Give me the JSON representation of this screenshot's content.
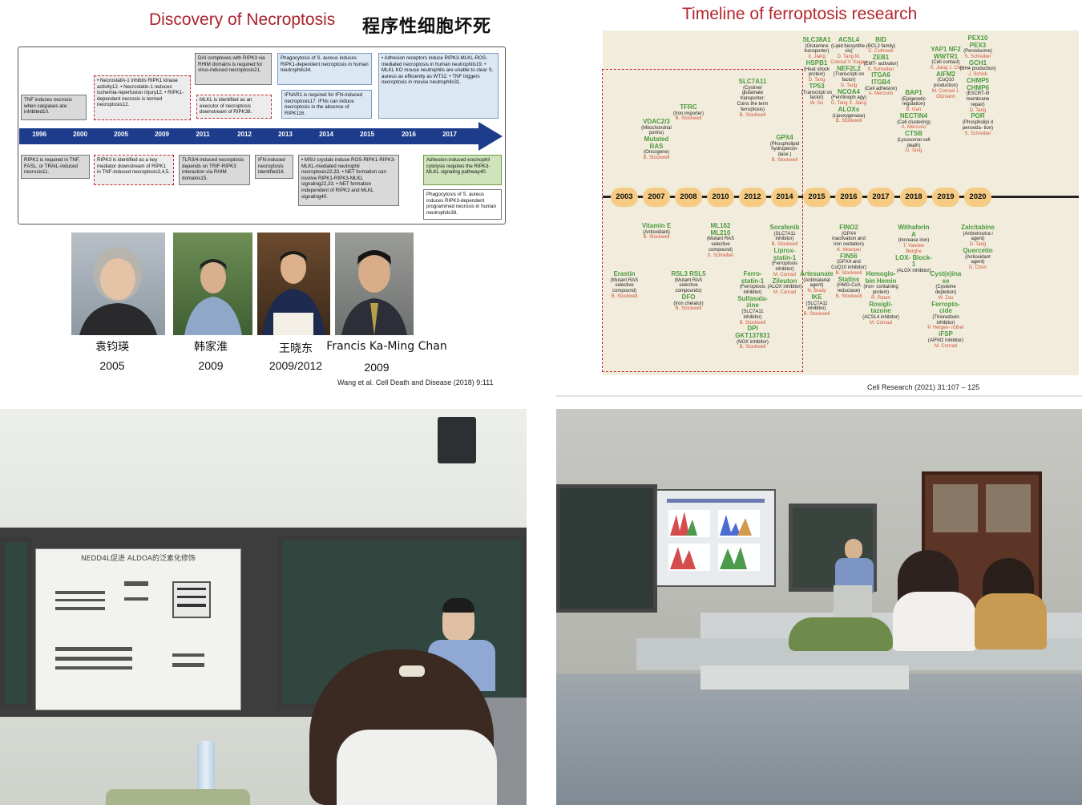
{
  "necroptosis": {
    "title": "Discovery of Necroptosis",
    "title_cn": "程序性细胞坏死",
    "years": [
      "1996",
      "2000",
      "2005",
      "2009",
      "2011",
      "2012",
      "2013",
      "2014",
      "2015",
      "2016",
      "2017"
    ],
    "top_boxes": [
      {
        "text": "TNF induces necrosis when caspases are inhibited10."
      },
      {
        "text": "• Necrostatin-1 inhibits RIPK1 kinase activity12. • Necrostatin-1 reduces ischemia-reperfusion injury12. • RIPK1-dependent necrosis is termed necroptosis12."
      },
      {
        "text": "DAI complexes with RIPK3 via RHIM domains is required for virus-induced necroptosis21."
      },
      {
        "text": "MLKL is identified as an executor of necroptosis downstream of RIPK38."
      },
      {
        "text": "Phagocytosis of S. aureus induces RIPK1-dependent necroptosis in human neutrophils34."
      },
      {
        "text": "IFNAR1 is required for IFN-induced necroptosis17. IFNs can induce necroptosis in the absence of RIPK116."
      },
      {
        "text": "• Adhesion receptors induce RIPK3-MLKL-ROS-mediated necroptosis in human neutrophils19. • MLKL KO mouse neutrophils are unable to clear S. aureus as efficiently as WT32. • TNF triggers necroptosis in mouse neutrophils31."
      }
    ],
    "bottom_boxes": [
      {
        "text": "RIPK1 is required in TNF, FASL, or TRAIL-induced necrosis11."
      },
      {
        "text": "RIPK3 is identified as a key mediator downstream of RIPK1 in TNF-induced necroptosis3,4,5."
      },
      {
        "text": "TLR3/4-induced necroptosis depends on TRIF-RIPK3 interaction via RHIM domains15."
      },
      {
        "text": "IFN-induced necroptosis identified16."
      },
      {
        "text": "• MSU crystals induce ROS-RIPK1-RIPK3-MLKL-mediated neutrophil necroptosis22,33. • NET formation can involve RIPK1-RIPK3-MLKL signaling22,33. • NET formation independent of RIPK3 and MLKL signaling40."
      },
      {
        "text": "Adhesion-induced eosinophil cytolysis requires the RIPK3-MLKL signaling pathway40."
      },
      {
        "text": "Phagocytosis of S. aureus induces RIPK3-dependent programmed necrosis in human neutrophils38."
      }
    ],
    "people": [
      {
        "name": "袁钧瑛",
        "year": "2005"
      },
      {
        "name": "韩家淮",
        "year": "2009"
      },
      {
        "name": "王晓东",
        "year": "2009/2012"
      },
      {
        "name": "Francis Ka-Ming Chan",
        "year": "2009"
      }
    ],
    "citation": "Wang et al. Cell Death and Disease (2018) 9:111"
  },
  "ferroptosis": {
    "title": "Timeline of ferroptosis research",
    "years": [
      "2003",
      "2007",
      "2008",
      "2010",
      "2012",
      "2014",
      "2015",
      "2016",
      "2017",
      "2018",
      "2019",
      "2020"
    ],
    "citation": "Cell Research (2021) 31:107 – 125",
    "top_items": [
      {
        "lines": [
          [
            "g",
            "VDAC2/3"
          ],
          [
            "b",
            "(Mitochondrial porins)"
          ],
          [
            "g",
            "Mutated RAS"
          ],
          [
            "b",
            "(Oncogene)"
          ],
          [
            "r",
            "B. Stockwell"
          ]
        ]
      },
      {
        "lines": [
          [
            "g",
            "TFRC"
          ],
          [
            "b",
            "(Iron importer)"
          ],
          [
            "r",
            "B. Stockwell"
          ]
        ]
      },
      {
        "lines": [
          [
            "g",
            "SLC7A11"
          ],
          [
            "b",
            "(Cystine/ glutamate transporter; Coins the term ferroptosis)"
          ],
          [
            "r",
            "B. Stockwell"
          ]
        ]
      },
      {
        "lines": [
          [
            "g",
            "GPX4"
          ],
          [
            "b",
            "(Phospholipid hydroperoxi- dase )"
          ],
          [
            "r",
            "B. Stockwell"
          ]
        ]
      },
      {
        "lines": [
          [
            "g",
            "SLC38A1"
          ],
          [
            "b",
            "(Glutamine transporter)"
          ],
          [
            "r",
            "X. Jiang"
          ],
          [
            "g",
            "HSPB1"
          ],
          [
            "b",
            "(Heat shock protein)"
          ],
          [
            "r",
            "D. Tang"
          ],
          [
            "g",
            "TP53"
          ],
          [
            "b",
            "(Transcripti on factor)"
          ],
          [
            "r",
            "W. Gu"
          ]
        ]
      },
      {
        "lines": [
          [
            "g",
            "ACSL4"
          ],
          [
            "b",
            "(Lipid biosynthe- sis)"
          ],
          [
            "r",
            "D. Tang M. Conrad V. Kagan"
          ],
          [
            "g",
            "NEF2L2"
          ],
          [
            "b",
            "(Transcripti on factor)"
          ],
          [
            "r",
            "D. Tang"
          ],
          [
            "g",
            "NCOA4"
          ],
          [
            "b",
            "(Ferritinoph agy)"
          ],
          [
            "r",
            "D. Tang X. Jiang"
          ],
          [
            "g",
            "ALOXs"
          ],
          [
            "b",
            "(Lipoxygenase)"
          ],
          [
            "r",
            "B. Stockwell"
          ]
        ]
      },
      {
        "lines": [
          [
            "g",
            "BID"
          ],
          [
            "b",
            "(BCL2 family)"
          ],
          [
            "r",
            "C. Culmsee"
          ],
          [
            "g",
            "ZEB1"
          ],
          [
            "b",
            "(EMT- activator)"
          ],
          [
            "r",
            "S. Schreiber"
          ],
          [
            "g",
            "ITGA6 ITGB4"
          ],
          [
            "b",
            "(Cell adhesion)"
          ],
          [
            "r",
            "A. Mercurio"
          ]
        ]
      },
      {
        "lines": [
          [
            "g",
            "BAP1"
          ],
          [
            "b",
            "(Epigenetic regulation)"
          ],
          [
            "r",
            "B. Gan"
          ],
          [
            "g",
            "NECTIN4"
          ],
          [
            "b",
            "(Cell clustering)"
          ],
          [
            "r",
            "A. Mercurio"
          ],
          [
            "g",
            "CTSB"
          ],
          [
            "b",
            "(Lysosomal cell death)"
          ],
          [
            "r",
            "D. Tang"
          ]
        ]
      },
      {
        "lines": [
          [
            "g",
            "YAP1 NF2 WWTR1"
          ],
          [
            "b",
            "(Cell contact)"
          ],
          [
            "r",
            "X. Jiang J. Chi"
          ],
          [
            "g",
            "AIFM2"
          ],
          [
            "b",
            "(CoQ10 production)"
          ],
          [
            "r",
            "M. Conrad J. Olzmann"
          ]
        ]
      },
      {
        "lines": [
          [
            "g",
            "PEX10 PEX3"
          ],
          [
            "b",
            "(Peroxisome)"
          ],
          [
            "r",
            "S. Schreiber"
          ],
          [
            "g",
            "GCH1"
          ],
          [
            "b",
            "(BH4 production)"
          ],
          [
            "r",
            "J. Schick"
          ],
          [
            "g",
            "CHMP5 CHMP6"
          ],
          [
            "b",
            "(ESCRT-III membrane repair)"
          ],
          [
            "r",
            "D. Tang"
          ],
          [
            "g",
            "POR"
          ],
          [
            "b",
            "(Phospholipi d peroxida- tion)"
          ],
          [
            "r",
            "S. Schreiber"
          ]
        ]
      }
    ],
    "bottom_items": [
      {
        "lines": [
          [
            "g",
            "Erastin"
          ],
          [
            "b",
            "(Mutant RAS selective compound)"
          ],
          [
            "r",
            "B. Stockwell"
          ]
        ]
      },
      {
        "lines": [
          [
            "g",
            "Vitamin E"
          ],
          [
            "b",
            "(Antioxidant)"
          ],
          [
            "r",
            "B. Stockwell"
          ]
        ]
      },
      {
        "lines": [
          [
            "g",
            "RSL3 RSL5"
          ],
          [
            "b",
            "(Mutant RAS selective compounds)"
          ],
          [
            "g",
            "DFO"
          ],
          [
            "b",
            "(Iron chelator)"
          ],
          [
            "r",
            "B. Stockwell"
          ]
        ]
      },
      {
        "lines": [
          [
            "g",
            "ML162 ML210"
          ],
          [
            "b",
            "(Mutant RAS selective compound)"
          ],
          [
            "r",
            "S. Schreiber"
          ]
        ]
      },
      {
        "lines": [
          [
            "g",
            "Ferro- statin-1"
          ],
          [
            "b",
            "(Ferroptosis inhibitor)"
          ],
          [
            "g",
            "Sulfasala- zine"
          ],
          [
            "b",
            "(SLC7A11 inhibitor)"
          ],
          [
            "r",
            "B. Stockwell"
          ],
          [
            "g",
            "DPI GKT137831"
          ],
          [
            "b",
            "(NOX inhibitor)"
          ],
          [
            "r",
            "B. Stockwell"
          ]
        ]
      },
      {
        "lines": [
          [
            "g",
            "Sorafenib"
          ],
          [
            "b",
            "(SLC7A11 inhibitor)"
          ],
          [
            "r",
            "B. Stockwell"
          ],
          [
            "g",
            "Liprox- statin-1"
          ],
          [
            "b",
            "(Ferroptosis inhibitor)"
          ],
          [
            "r",
            "M. Conrad"
          ],
          [
            "g",
            "Zileuton"
          ],
          [
            "b",
            "(ALOX inhibitor)"
          ],
          [
            "r",
            "M. Conrad"
          ]
        ]
      },
      {
        "lines": [
          [
            "g",
            "Artesunate"
          ],
          [
            "b",
            "(Antimalarial agent)"
          ],
          [
            "r",
            "N. Brady"
          ],
          [
            "g",
            "IKE"
          ],
          [
            "b",
            "(SLC7A11 inhibitor)"
          ],
          [
            "r",
            "B. Stockwell"
          ]
        ]
      },
      {
        "lines": [
          [
            "g",
            "FINO2"
          ],
          [
            "b",
            "(GPX4 inactivation and iron oxidation)"
          ],
          [
            "r",
            "K. Woerpel"
          ],
          [
            "g",
            "FIN56"
          ],
          [
            "b",
            "(GPX4 and CoQ10 inhibitor)"
          ],
          [
            "r",
            "B. Stockwell"
          ],
          [
            "g",
            "Statins"
          ],
          [
            "b",
            "(HMG-CoA reductase)"
          ],
          [
            "r",
            "B. Stockwell"
          ]
        ]
      },
      {
        "lines": [
          [
            "g",
            "Hemoglo- bin Hemin"
          ],
          [
            "b",
            "(Iron- containing protein)"
          ],
          [
            "r",
            "R. Ratan"
          ],
          [
            "g",
            "Rosigli- tazone"
          ],
          [
            "b",
            "(ACSL4 inhibitor)"
          ],
          [
            "r",
            "M. Conrad"
          ]
        ]
      },
      {
        "lines": [
          [
            "g",
            "Withaferin A"
          ],
          [
            "b",
            "(Increase iron)"
          ],
          [
            "r",
            "T. Vanden Berghe"
          ],
          [
            "g",
            "LOX- Block-1"
          ],
          [
            "b",
            "(ALOX inhibitor)"
          ]
        ]
      },
      {
        "lines": [
          [
            "g",
            "Cyst(e)ina se"
          ],
          [
            "b",
            "(Cysteine depletion)"
          ],
          [
            "r",
            "W. Zou"
          ],
          [
            "g",
            "Ferropto- cide"
          ],
          [
            "b",
            "(Thioredoxin inhibitor)"
          ],
          [
            "r",
            "P. Hergen- rother"
          ],
          [
            "g",
            "iFSP"
          ],
          [
            "b",
            "(AIFM2 inhibitor)"
          ],
          [
            "r",
            "M. Conrad"
          ]
        ]
      },
      {
        "lines": [
          [
            "g",
            "Zalcitabine"
          ],
          [
            "b",
            "(Antiretrovira l agent)"
          ],
          [
            "r",
            "D. Tang"
          ],
          [
            "g",
            "Quercetin"
          ],
          [
            "b",
            "(Antioxidant agent)"
          ],
          [
            "r",
            "D. Chen"
          ]
        ]
      }
    ]
  },
  "lecture_left": {
    "screen_title": "NEDD4L促进 ALDOA的泛素化修饰"
  },
  "colors": {
    "necro_red": "#a8242a",
    "arrow_blue": "#1d3c8c",
    "ferro_red": "#c0272d",
    "ferro_green": "#4a9a3e",
    "year_badge": "#f6cb83"
  }
}
